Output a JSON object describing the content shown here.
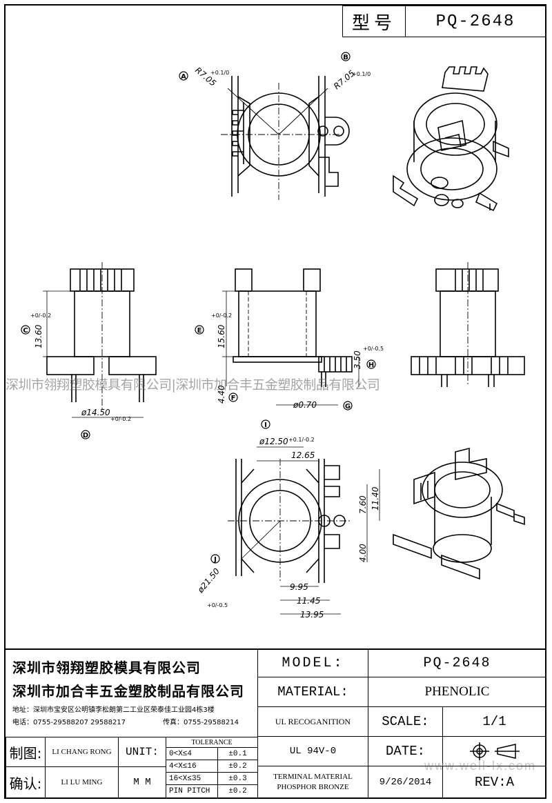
{
  "header": {
    "model_label": "型号",
    "model_value": "PQ-2648"
  },
  "watermark": "深圳市翎翔塑胶模具有限公司|深圳市加合丰五金塑胶制品有限公司",
  "site_watermark": "www.well-lx.com",
  "dimensions": {
    "a_radius": "R7.05",
    "a_tol": "+0.1/0",
    "b_radius": "R7.05",
    "b_tol": "+0.1/0",
    "c_height": "13.60",
    "c_tol": "+0/-0.2",
    "d_width": "ø14.50",
    "d_tol": "+0/-0.2",
    "e_height": "15.60",
    "e_tol": "+0/-0.2",
    "f_height": "4.40",
    "g_pin": "ø0.70",
    "h_height": "3.50",
    "h_tol": "+0/-0.5",
    "i_dia": "ø12.50",
    "i_tol": "+0.1/-0.2",
    "j_dia": "ø21.50",
    "j_tol": "+0/-0.5",
    "d_1265": "12.65",
    "d_760": "7.60",
    "d_1140": "11.40",
    "d_400": "4.00",
    "d_995": "9.95",
    "d_1145": "11.45",
    "d_1395": "13.95"
  },
  "markers": [
    "A",
    "B",
    "C",
    "D",
    "E",
    "F",
    "G",
    "H",
    "I",
    "J"
  ],
  "title_block": {
    "company1": "深圳市翎翔塑胶模具有限公司",
    "company2": "深圳市加合丰五金塑胶制品有限公司",
    "address": "地址：深圳市宝安区公明镇李松朗第二工业区荣泰佳工业园4栋3楼",
    "phone": "电话：0755-29588207  29588217",
    "fax": "传真：0755-29588214",
    "drawn_label": "制图:",
    "drawn_name": "LI CHANG RONG",
    "confirm_label": "确认:",
    "confirm_name": "LI LU MING",
    "unit_label": "UNIT:",
    "unit_value": "M M",
    "tolerance_title": "TOLERANCE",
    "tolerances": [
      {
        "range": "0<X≤4",
        "value": "±0.1"
      },
      {
        "range": "4<X≤16",
        "value": "±0.2"
      },
      {
        "range": "16<X≤35",
        "value": "±0.3"
      },
      {
        "range": "PIN PITCH",
        "value": "±0.2"
      }
    ],
    "model_label": "MODEL:",
    "model_value": "PQ-2648",
    "material_label": "MATERIAL:",
    "material_value": "PHENOLIC",
    "ul_label": "UL RECOGANITION",
    "ul_value": "UL 94V-0",
    "scale_label": "SCALE:",
    "scale_value": "1/1",
    "date_label": "DATE:",
    "terminal_label1": "TERMINAL MATERIAL",
    "terminal_label2": "PHOSPHOR  BRONZE",
    "date_value": "9/26/2014",
    "rev": "REV:A"
  }
}
